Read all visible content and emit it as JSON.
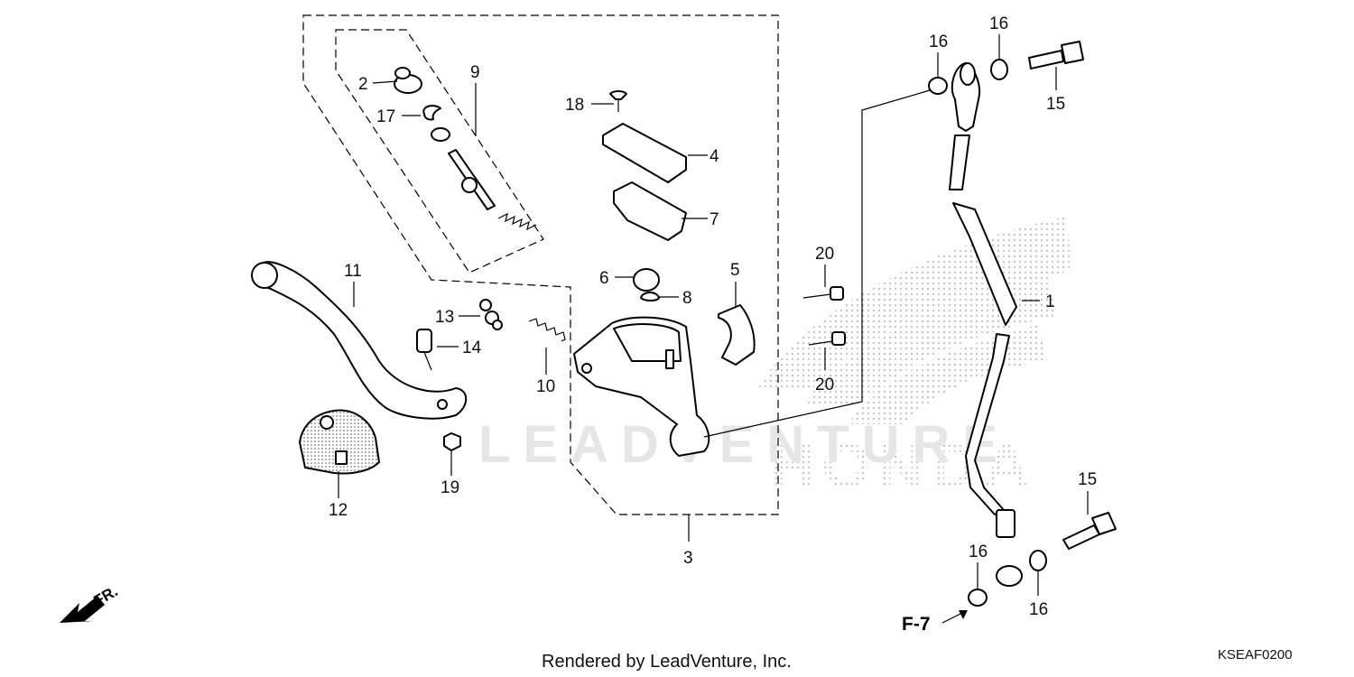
{
  "diagram": {
    "footer_text": "Rendered by LeadVenture, Inc.",
    "diagram_code": "KSEAF0200",
    "watermark_text": "LEADVENTURE",
    "brand_watermark": "HONDA",
    "direction_label": "FR.",
    "reference_label": "F-7",
    "callouts": {
      "c1": "1",
      "c2": "2",
      "c3": "3",
      "c4": "4",
      "c5": "5",
      "c6": "6",
      "c7": "7",
      "c8": "8",
      "c9": "9",
      "c10": "10",
      "c11": "11",
      "c12": "12",
      "c13": "13",
      "c14": "14",
      "c15a": "15",
      "c15b": "15",
      "c16a": "16",
      "c16b": "16",
      "c16c": "16",
      "c16d": "16",
      "c17": "17",
      "c18": "18",
      "c19": "19",
      "c20a": "20",
      "c20b": "20"
    }
  }
}
